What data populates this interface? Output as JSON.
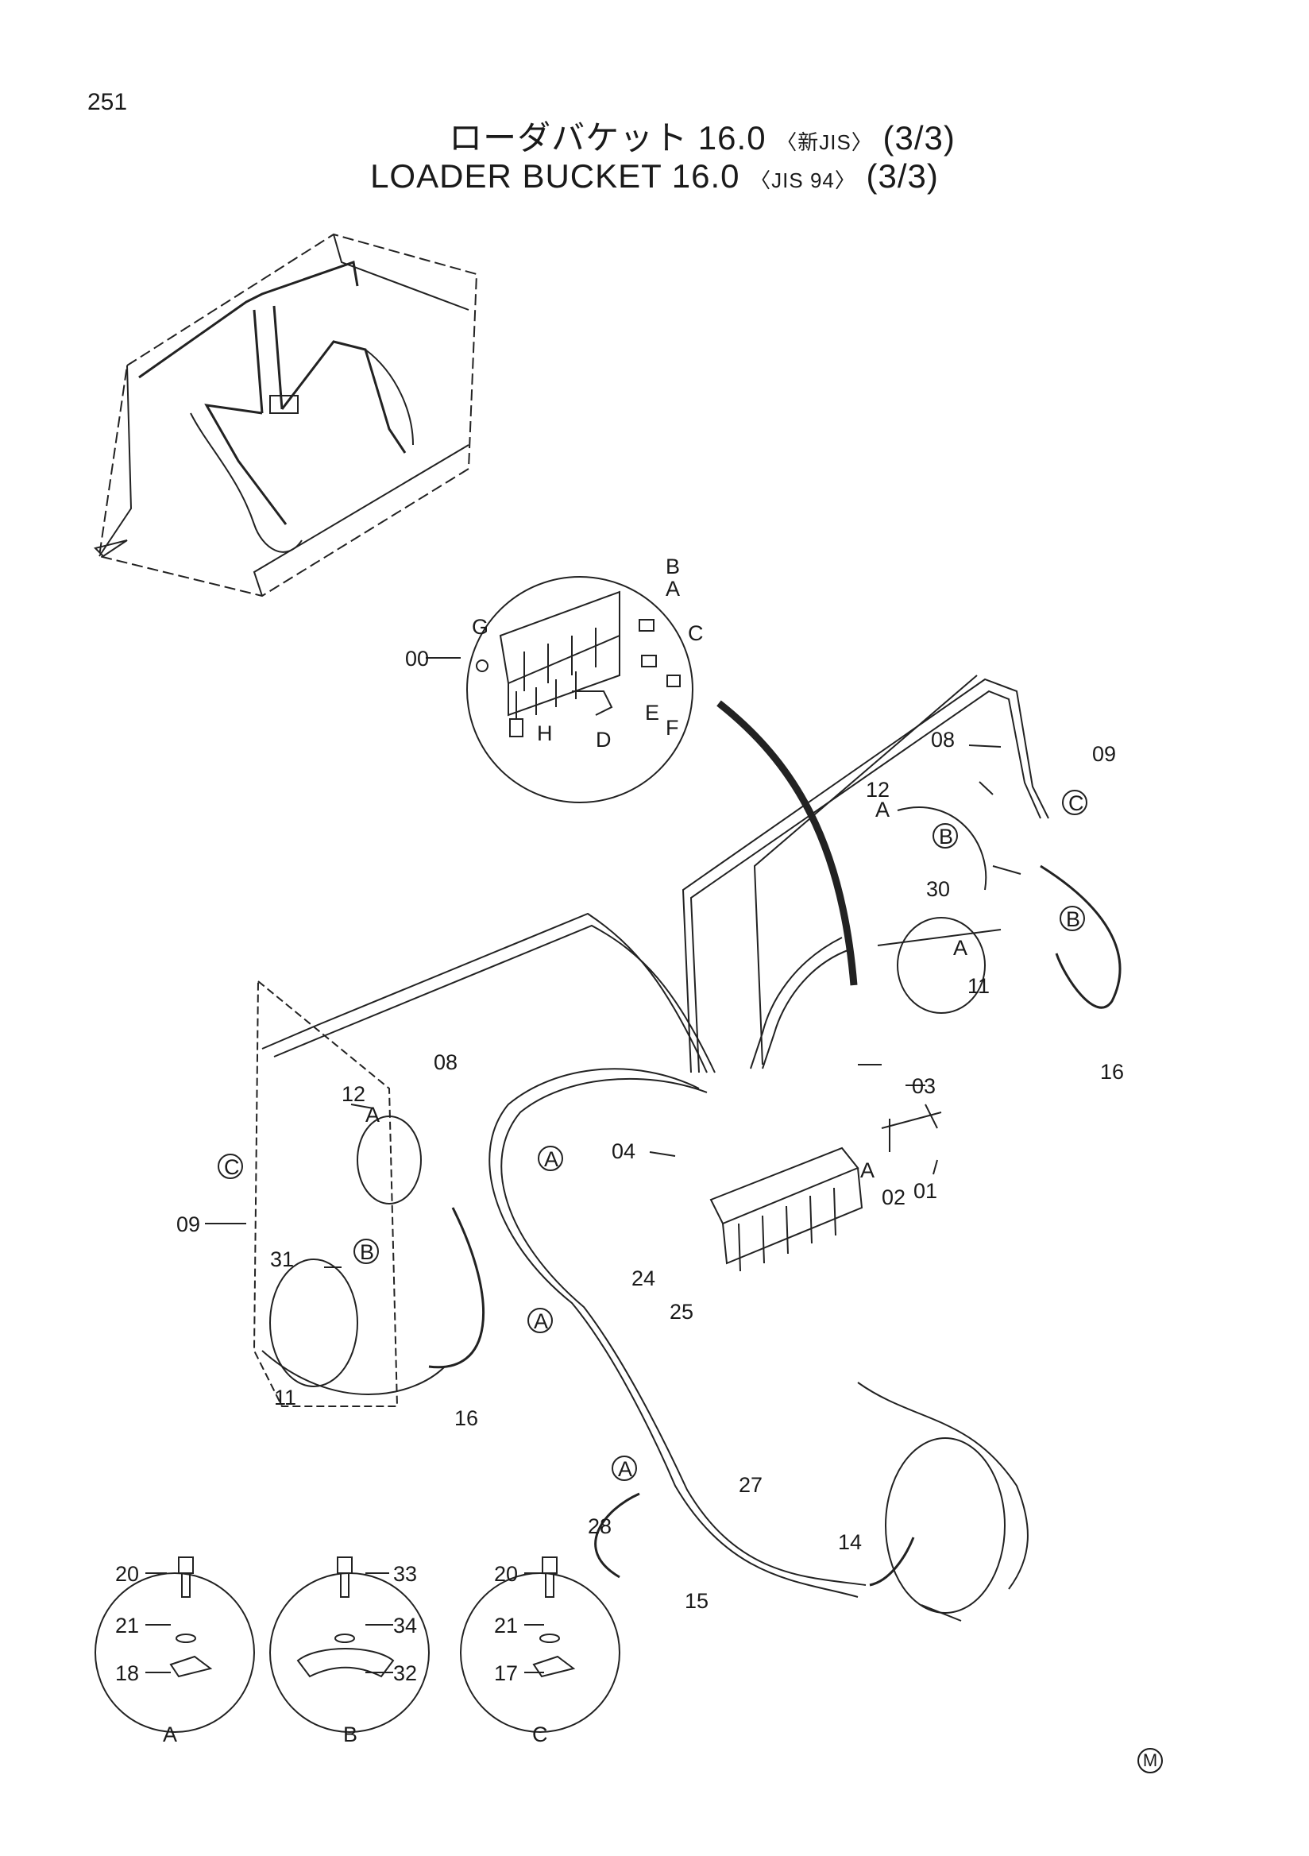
{
  "page": {
    "number": "251",
    "marker": "M"
  },
  "title": {
    "jp_main": "ローダバケット 16.0",
    "jp_std": "〈新JIS〉",
    "jp_part": "(3/3)",
    "en_main": "LOADER  BUCKET  16.0",
    "en_std": "〈JIS 94〉",
    "en_part": "(3/3)"
  },
  "callouts": {
    "c00": "00",
    "c01": "01",
    "c02": "02",
    "c03": "03",
    "c04": "04",
    "c08a": "08",
    "c08b": "08",
    "c09a": "09",
    "c09b": "09",
    "c11a": "11",
    "c11b": "11",
    "c12a": "12",
    "c12b": "12",
    "c14": "14",
    "c15": "15",
    "c16a": "16",
    "c16b": "16",
    "c24": "24",
    "c25": "25",
    "c27": "27",
    "c28": "28",
    "c30": "30",
    "c31": "31",
    "lA1": "A",
    "lA2": "A",
    "lA3": "A",
    "lA4": "A",
    "lA5": "A",
    "lB1": "B",
    "lB2": "B",
    "lB3": "B",
    "lC1": "C",
    "lC2": "C",
    "dA": "A",
    "dB": "B",
    "dC": "C",
    "dD": "D",
    "dE": "E",
    "dF": "F",
    "dG": "G",
    "dH": "H"
  },
  "details": {
    "A": {
      "label": "A",
      "bolt": "20",
      "washer": "21",
      "clamp": "18"
    },
    "B": {
      "label": "B",
      "bolt": "33",
      "washer": "34",
      "clamp": "32"
    },
    "C": {
      "label": "C",
      "bolt": "20",
      "washer": "21",
      "clamp": "17"
    }
  }
}
